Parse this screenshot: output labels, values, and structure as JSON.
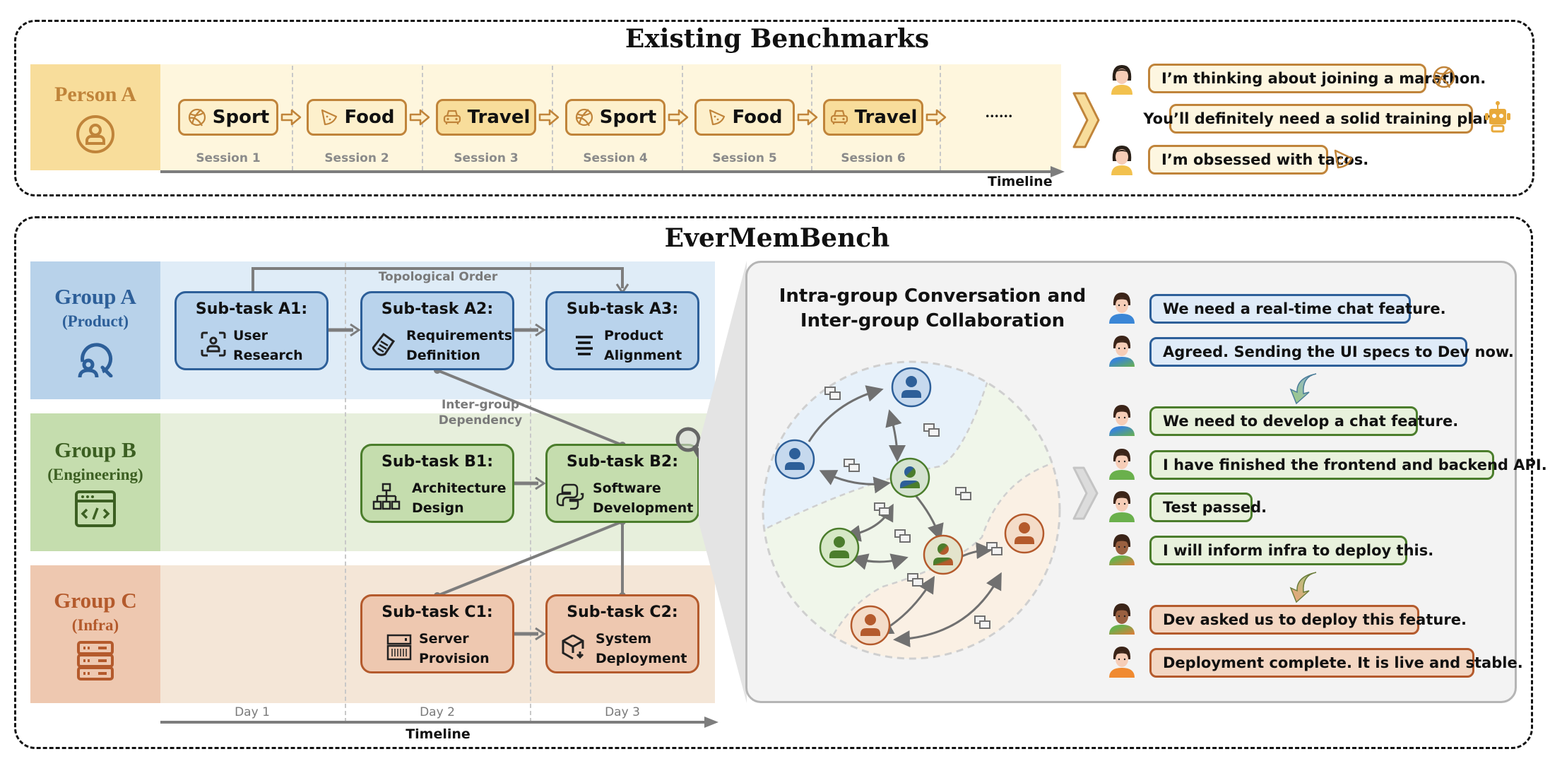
{
  "existing": {
    "title": "Existing Benchmarks",
    "person": "Person A",
    "sessions": [
      {
        "topic": "Sport",
        "icon": "basketball-icon",
        "label": "Session 1"
      },
      {
        "topic": "Food",
        "icon": "pizza-icon",
        "label": "Session 2"
      },
      {
        "topic": "Travel",
        "icon": "car-icon",
        "label": "Session 3"
      },
      {
        "topic": "Sport",
        "icon": "basketball-icon",
        "label": "Session 4"
      },
      {
        "topic": "Food",
        "icon": "pizza-icon",
        "label": "Session 5"
      },
      {
        "topic": "Travel",
        "icon": "car-icon",
        "label": "Session 6"
      }
    ],
    "ellipsis": "......",
    "timeline_label": "Timeline",
    "chat": [
      {
        "speaker": "user",
        "text": "I’m thinking about joining a marathon.",
        "topic_icon": "basketball-icon"
      },
      {
        "speaker": "robot",
        "text": "You’ll definitely need a solid training plan."
      },
      {
        "speaker": "user",
        "text": "I’m obsessed with tacos.",
        "topic_icon": "pizza-icon"
      }
    ],
    "colors": {
      "accent": "#c0843a",
      "label_bg": "#f8dd9b",
      "band_bg": "#fef6dd"
    }
  },
  "evermem": {
    "title": "EverMemBench",
    "groups": [
      {
        "name": "Group A",
        "sub": "(Product)",
        "icon": "user-search-icon",
        "color": "#2d5f99"
      },
      {
        "name": "Group B",
        "sub": "(Engineering)",
        "icon": "code-window-icon",
        "color": "#3c5f22"
      },
      {
        "name": "Group C",
        "sub": "(Infra)",
        "icon": "server-stack-icon",
        "color": "#b45a2c"
      }
    ],
    "tasks": {
      "a1": {
        "title": "Sub-task A1:",
        "line1": "User",
        "line2": "Research"
      },
      "a2": {
        "title": "Sub-task A2:",
        "line1": "Requirements",
        "line2": "Definition"
      },
      "a3": {
        "title": "Sub-task A3:",
        "line1": "Product",
        "line2": "Alignment"
      },
      "b1": {
        "title": "Sub-task B1:",
        "line1": "Architecture",
        "line2": "Design"
      },
      "b2": {
        "title": "Sub-task B2:",
        "line1": "Software",
        "line2": "Development"
      },
      "c1": {
        "title": "Sub-task C1:",
        "line1": "Server",
        "line2": "Provision"
      },
      "c2": {
        "title": "Sub-task C2:",
        "line1": "System",
        "line2": "Deployment"
      }
    },
    "topological_order": "Topological Order",
    "inter_group_1": "Inter-group",
    "inter_group_2": "Dependency",
    "days": [
      "Day 1",
      "Day 2",
      "Day 3"
    ],
    "timeline_label": "Timeline",
    "panel": {
      "title_1": "Intra-group Conversation and",
      "title_2": "Inter-group Collaboration",
      "messages": [
        {
          "group": "product",
          "text": "We need a real-time chat feature."
        },
        {
          "group": "product",
          "text": "Agreed. Sending the UI specs to Dev now."
        },
        {
          "group": "engineering",
          "text": "We need to develop a chat feature."
        },
        {
          "group": "engineering",
          "text": "I have finished the frontend and backend API."
        },
        {
          "group": "engineering",
          "text": "Test passed."
        },
        {
          "group": "engineering",
          "text": "I will inform infra to deploy this."
        },
        {
          "group": "infra",
          "text": "Dev asked us to deploy this feature."
        },
        {
          "group": "infra",
          "text": "Deployment complete. It is live and stable."
        }
      ]
    },
    "colors": {
      "product": "#2d5f99",
      "engineering": "#4b7d2c",
      "infra": "#b45a2c"
    }
  }
}
